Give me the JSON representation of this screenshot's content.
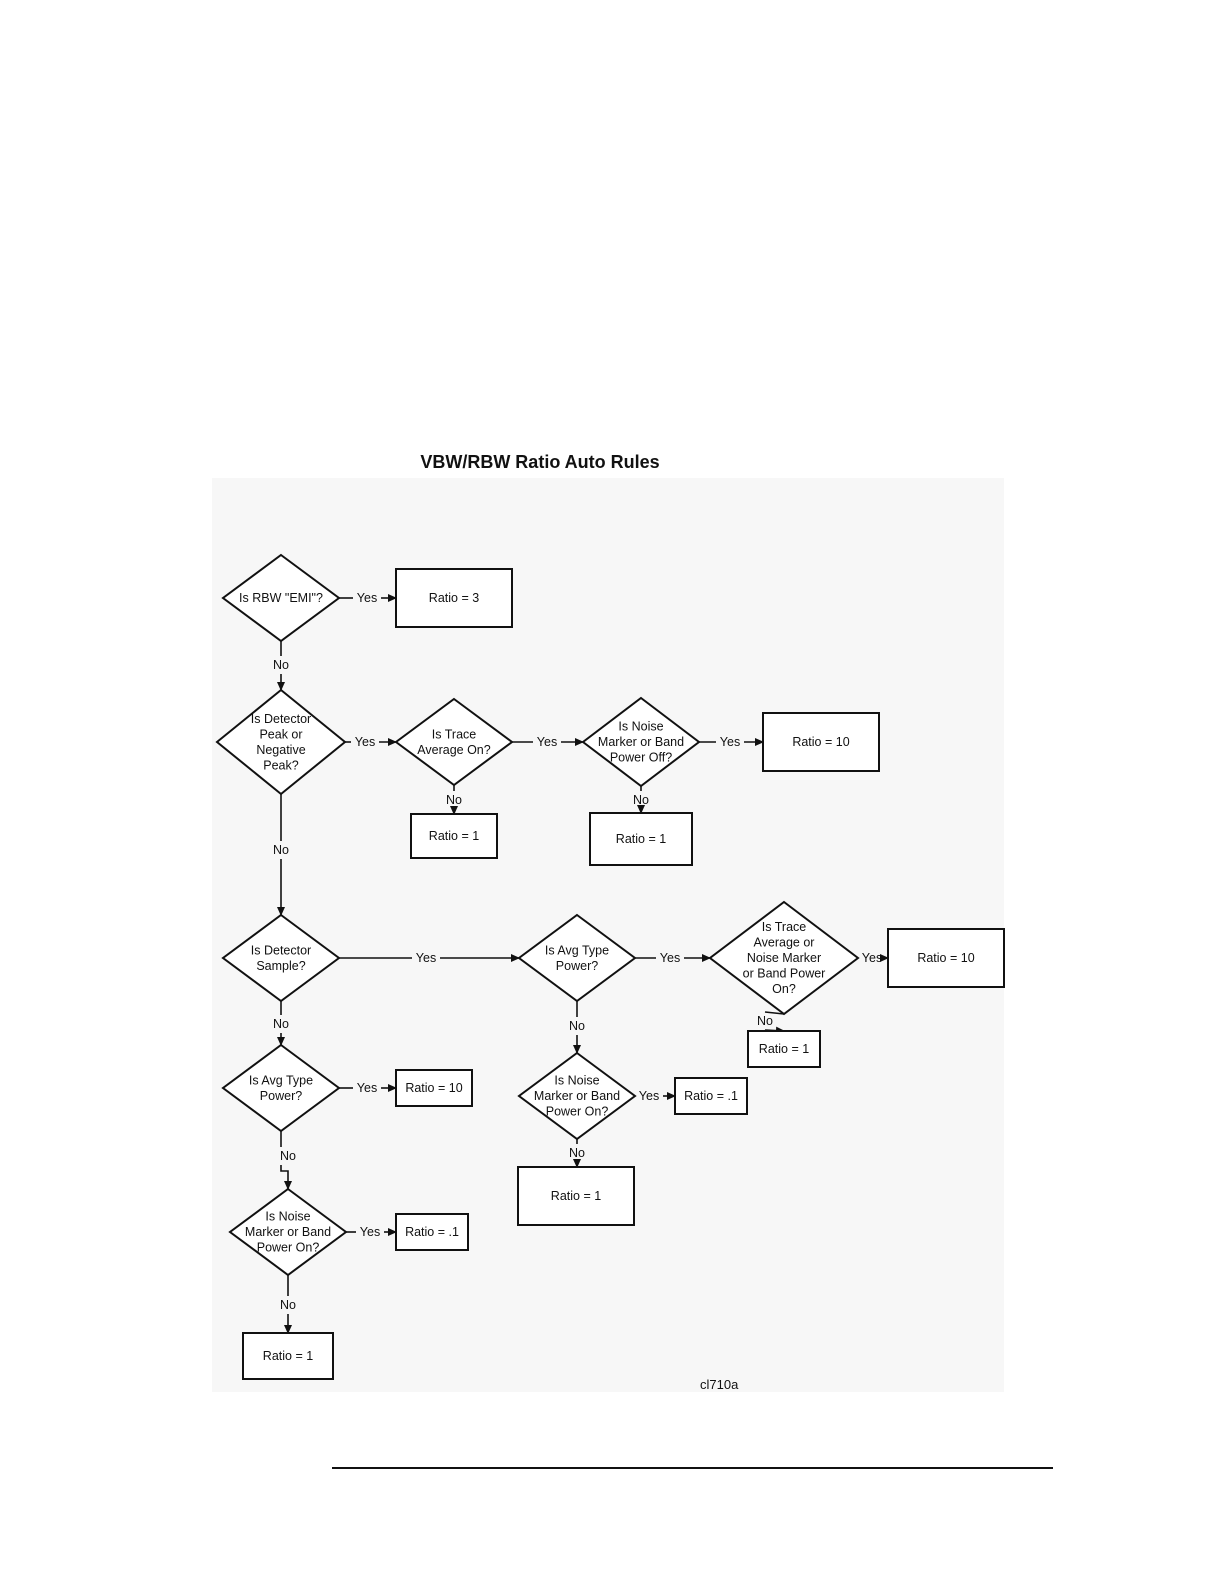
{
  "title": "VBW/RBW Ratio Auto Rules",
  "figure_id": "cl710a",
  "nodes": [
    {
      "id": "q_rbw_emi",
      "shape": "diamond",
      "lines": [
        "Is RBW \"EMI\"?"
      ]
    },
    {
      "id": "r_emi",
      "shape": "box",
      "lines": [
        "Ratio = 3"
      ]
    },
    {
      "id": "q_det_peak",
      "shape": "diamond",
      "lines": [
        "Is Detector",
        "Peak or",
        "Negative",
        "Peak?"
      ]
    },
    {
      "id": "q_trace_avg_1",
      "shape": "diamond",
      "lines": [
        "Is Trace",
        "Average On?"
      ]
    },
    {
      "id": "r_trace_avg_no",
      "shape": "box",
      "lines": [
        "Ratio = 1"
      ]
    },
    {
      "id": "q_noise_off",
      "shape": "diamond",
      "lines": [
        "Is Noise",
        "Marker or Band",
        "Power Off?"
      ]
    },
    {
      "id": "r_noise_off_no",
      "shape": "box",
      "lines": [
        "Ratio = 1"
      ]
    },
    {
      "id": "r_noise_off_yes",
      "shape": "box",
      "lines": [
        "Ratio = 10"
      ]
    },
    {
      "id": "q_det_sample",
      "shape": "diamond",
      "lines": [
        "Is Detector",
        "Sample?"
      ]
    },
    {
      "id": "q_avg_power_2",
      "shape": "diamond",
      "lines": [
        "Is Avg Type",
        "Power?"
      ]
    },
    {
      "id": "q_trace_or_noise",
      "shape": "diamond",
      "lines": [
        "Is Trace",
        "Average or",
        "Noise Marker",
        "or Band Power",
        "On?"
      ]
    },
    {
      "id": "r_trace_or_noise_yes",
      "shape": "box",
      "lines": [
        "Ratio = 10"
      ]
    },
    {
      "id": "r_trace_or_noise_no",
      "shape": "box",
      "lines": [
        "Ratio = 1"
      ]
    },
    {
      "id": "q_noise_on_2",
      "shape": "diamond",
      "lines": [
        "Is Noise",
        "Marker or Band",
        "Power On?"
      ]
    },
    {
      "id": "r_noise_on_2_yes",
      "shape": "box",
      "lines": [
        "Ratio = .1"
      ]
    },
    {
      "id": "r_noise_on_2_no",
      "shape": "box",
      "lines": [
        "Ratio = 1"
      ]
    },
    {
      "id": "q_avg_power_1",
      "shape": "diamond",
      "lines": [
        "Is Avg Type",
        "Power?"
      ]
    },
    {
      "id": "r_avg_power_1_yes",
      "shape": "box",
      "lines": [
        "Ratio = 10"
      ]
    },
    {
      "id": "q_noise_on_1",
      "shape": "diamond",
      "lines": [
        "Is Noise",
        "Marker or Band",
        "Power On?"
      ]
    },
    {
      "id": "r_noise_on_1_yes",
      "shape": "box",
      "lines": [
        "Ratio = .1"
      ]
    },
    {
      "id": "r_noise_on_1_no",
      "shape": "box",
      "lines": [
        "Ratio = 1"
      ]
    }
  ],
  "edges": [
    {
      "from": "q_rbw_emi",
      "to": "r_emi",
      "label": "Yes"
    },
    {
      "from": "q_rbw_emi",
      "to": "q_det_peak",
      "label": "No"
    },
    {
      "from": "q_det_peak",
      "to": "q_trace_avg_1",
      "label": "Yes"
    },
    {
      "from": "q_det_peak",
      "to": "q_det_sample",
      "label": "No"
    },
    {
      "from": "q_trace_avg_1",
      "to": "q_noise_off",
      "label": "Yes"
    },
    {
      "from": "q_trace_avg_1",
      "to": "r_trace_avg_no",
      "label": "No"
    },
    {
      "from": "q_noise_off",
      "to": "r_noise_off_yes",
      "label": "Yes"
    },
    {
      "from": "q_noise_off",
      "to": "r_noise_off_no",
      "label": "No"
    },
    {
      "from": "q_det_sample",
      "to": "q_avg_power_2",
      "label": "Yes"
    },
    {
      "from": "q_det_sample",
      "to": "q_avg_power_1",
      "label": "No"
    },
    {
      "from": "q_avg_power_2",
      "to": "q_trace_or_noise",
      "label": "Yes"
    },
    {
      "from": "q_avg_power_2",
      "to": "q_noise_on_2",
      "label": "No"
    },
    {
      "from": "q_trace_or_noise",
      "to": "r_trace_or_noise_yes",
      "label": "Yes"
    },
    {
      "from": "q_trace_or_noise",
      "to": "r_trace_or_noise_no",
      "label": "No"
    },
    {
      "from": "q_noise_on_2",
      "to": "r_noise_on_2_yes",
      "label": "Yes"
    },
    {
      "from": "q_noise_on_2",
      "to": "r_noise_on_2_no",
      "label": "No"
    },
    {
      "from": "q_avg_power_1",
      "to": "r_avg_power_1_yes",
      "label": "Yes"
    },
    {
      "from": "q_avg_power_1",
      "to": "q_noise_on_1",
      "label": "No"
    },
    {
      "from": "q_noise_on_1",
      "to": "r_noise_on_1_yes",
      "label": "Yes"
    },
    {
      "from": "q_noise_on_1",
      "to": "r_noise_on_1_no",
      "label": "No"
    }
  ]
}
